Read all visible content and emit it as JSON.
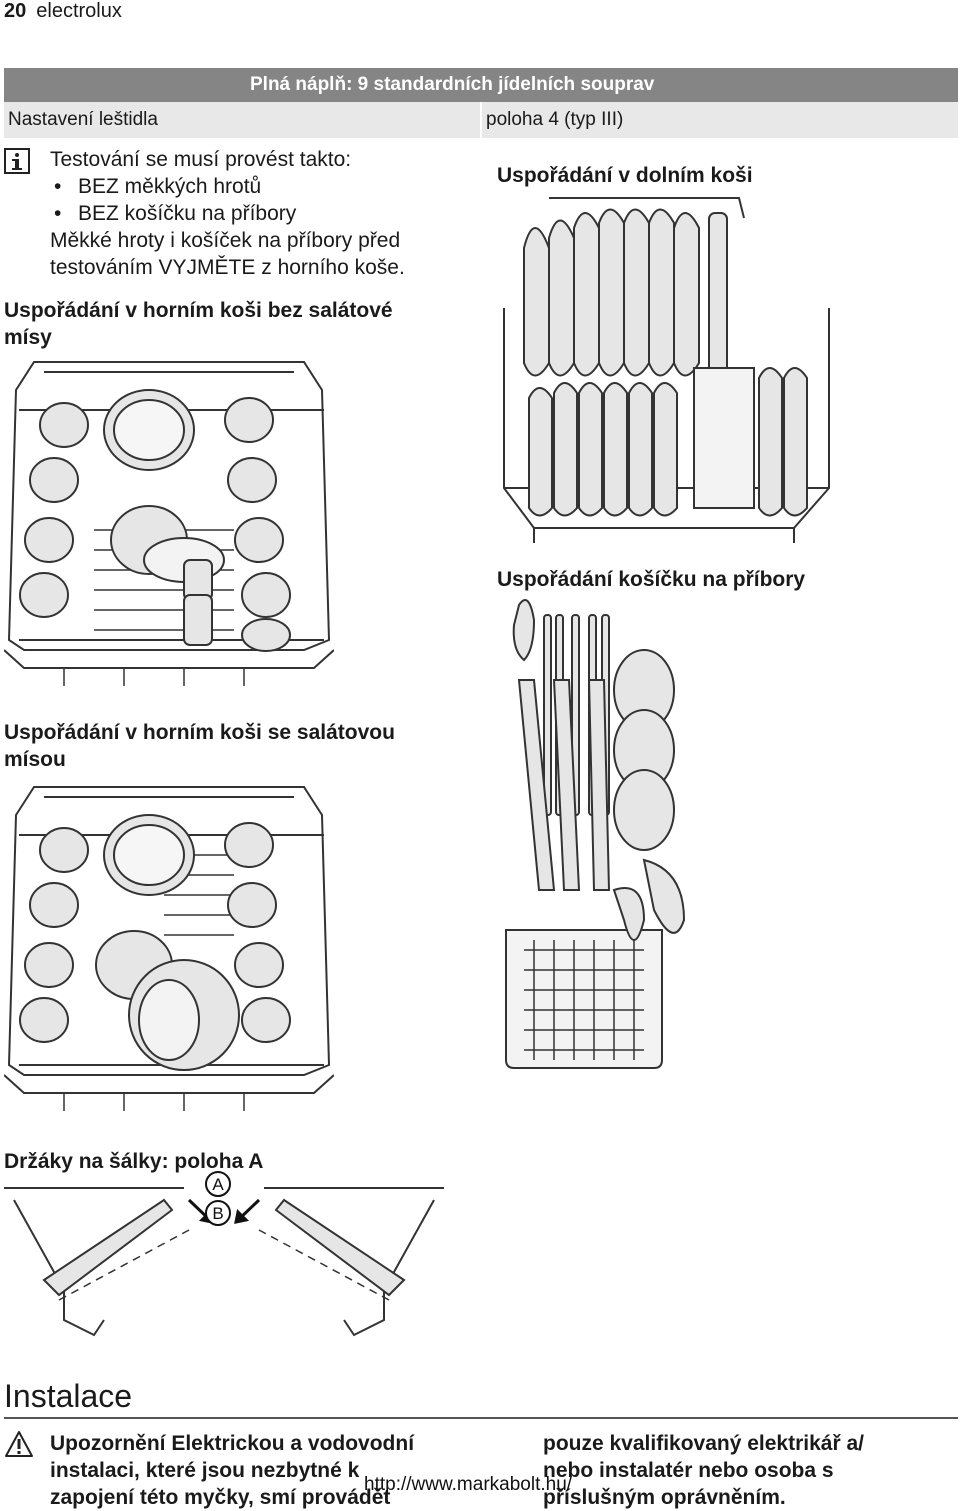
{
  "header": {
    "page_number": "20",
    "brand": "electrolux"
  },
  "table": {
    "heading": "Plná náplň: 9 standardních jídelních souprav",
    "row_label": "Nastavení leštidla",
    "row_value": "poloha 4 (typ III)"
  },
  "info": {
    "icon": "info-icon",
    "line1": "Testování se musí provést takto:",
    "bullets": [
      "BEZ měkkých hrotů",
      "BEZ košíčku na příbory"
    ],
    "line4": "Měkké hroty i košíček na příbory před",
    "line5": "testováním VYJMĚTE z horního koše."
  },
  "headings": {
    "upper_no_bowl_line1": "Uspořádání v horním koši bez salátové",
    "upper_no_bowl_line2": "mísy",
    "lower_basket": "Uspořádání v dolním koši",
    "cutlery_basket": "Uspořádání košíčku na příbory",
    "upper_bowl_line1": "Uspořádání v horním koši se salátovou",
    "upper_bowl_line2": "mísou",
    "cup_holders": "Držáky na šálky: poloha A"
  },
  "cup_labels": {
    "a": "A",
    "b": "B"
  },
  "installation": {
    "title": "Instalace",
    "icon": "warning-icon",
    "left_lines": [
      "Upozornění Elektrickou a vodovodní",
      "instalaci, které jsou nezbytné k",
      "zapojení této myčky, smí provádět"
    ],
    "right_lines": [
      "pouze kvalifikovaný elektrikář a/",
      "nebo instalatér nebo osoba s",
      "příslušným oprávněním."
    ]
  },
  "footer": {
    "url": "http://www.markabolt.hu/"
  },
  "colors": {
    "table_head": "#858585",
    "table_row": "#e8e8e8",
    "figure_fill": "#e6e6e6",
    "figure_stroke": "#333333"
  }
}
